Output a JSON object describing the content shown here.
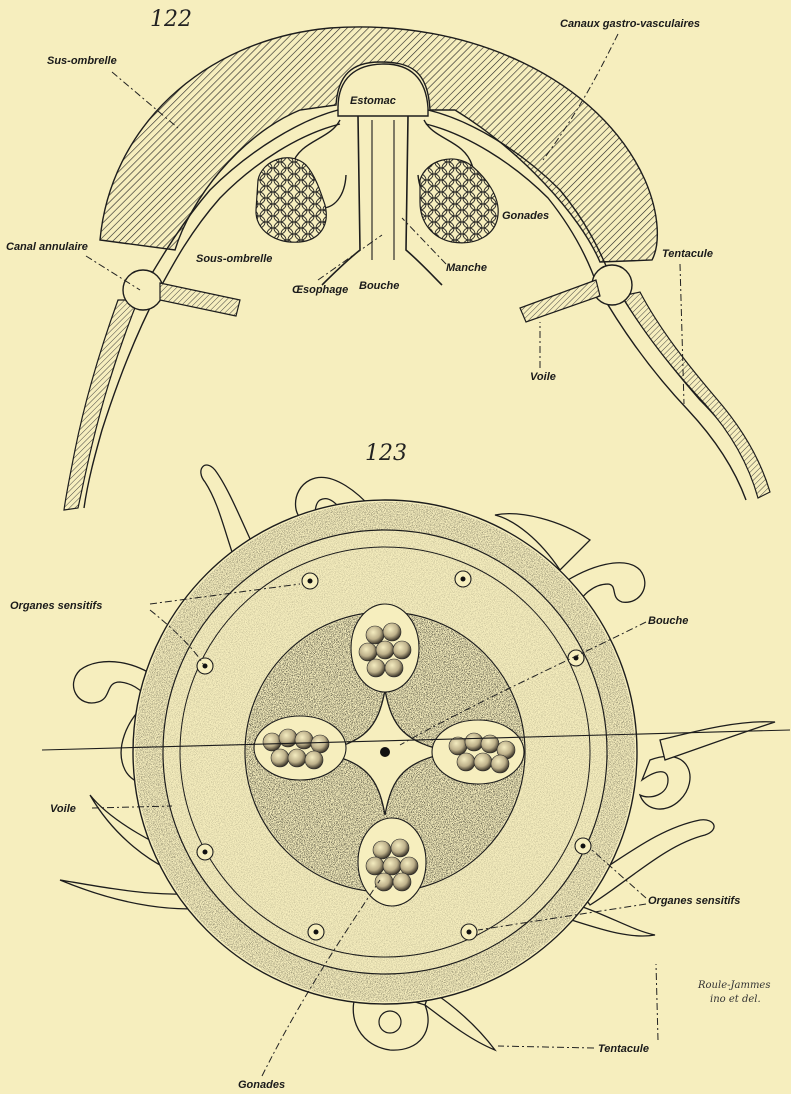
{
  "fig122": {
    "number": "122",
    "labels": {
      "sus_ombrelle": "Sus-ombrelle",
      "estomac": "Estomac",
      "canaux": "Canaux gastro-vasculaires",
      "canal_annulaire": "Canal annulaire",
      "sous_ombrelle": "Sous-ombrelle",
      "gonades": "Gonades",
      "tentacule": "Tentacule",
      "manche": "Manche",
      "oesophage": "Œsophage",
      "bouche": "Bouche",
      "voile": "Voile"
    }
  },
  "fig123": {
    "number": "123",
    "labels": {
      "organes_top": "Organes sensitifs",
      "bouche": "Bouche",
      "voile": "Voile",
      "organes_right": "Organes sensitifs",
      "tentacule": "Tentacule",
      "gonades": "Gonades"
    }
  },
  "signature": {
    "line1": "Roule-Jammes",
    "line2": "ino et del."
  }
}
